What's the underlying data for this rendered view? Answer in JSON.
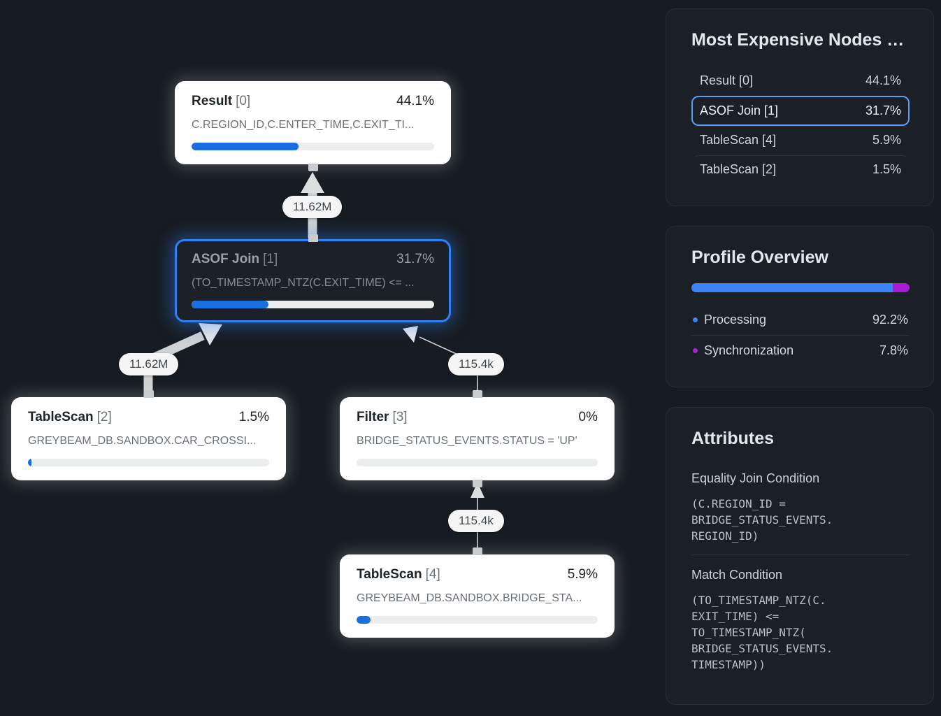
{
  "graph": {
    "nodes": [
      {
        "id": "result-0",
        "title": "Result",
        "index": "[0]",
        "percent": "44.1%",
        "detail": "C.REGION_ID,C.ENTER_TIME,C.EXIT_TI...",
        "bar_percent": 44.1,
        "selected": false
      },
      {
        "id": "asof-join-1",
        "title": "ASOF Join",
        "index": "[1]",
        "percent": "31.7%",
        "detail": "(TO_TIMESTAMP_NTZ(C.EXIT_TIME) <= ...",
        "bar_percent": 31.7,
        "selected": true
      },
      {
        "id": "tablescan-2",
        "title": "TableScan",
        "index": "[2]",
        "percent": "1.5%",
        "detail": "GREYBEAM_DB.SANDBOX.CAR_CROSSI...",
        "bar_percent": 1.5,
        "selected": false
      },
      {
        "id": "filter-3",
        "title": "Filter",
        "index": "[3]",
        "percent": "0%",
        "detail": "BRIDGE_STATUS_EVENTS.STATUS = 'UP'",
        "bar_percent": 0,
        "selected": false
      },
      {
        "id": "tablescan-4",
        "title": "TableScan",
        "index": "[4]",
        "percent": "5.9%",
        "detail": "GREYBEAM_DB.SANDBOX.BRIDGE_STA...",
        "bar_percent": 5.9,
        "selected": false
      }
    ],
    "edge_labels": [
      {
        "id": "edge-asof-to-result",
        "text": "11.62M"
      },
      {
        "id": "edge-tablescan2-to-asof",
        "text": "11.62M"
      },
      {
        "id": "edge-filter-to-asof",
        "text": "115.4k"
      },
      {
        "id": "edge-tablescan4-to-filter",
        "text": "115.4k"
      }
    ]
  },
  "most_expensive": {
    "title": "Most Expensive Nodes (…",
    "rows": [
      {
        "label": "Result [0]",
        "value": "44.1%",
        "active": false
      },
      {
        "label": "ASOF Join [1]",
        "value": "31.7%",
        "active": true
      },
      {
        "label": "TableScan [4]",
        "value": "5.9%",
        "active": false
      },
      {
        "label": "TableScan [2]",
        "value": "1.5%",
        "active": false
      }
    ]
  },
  "profile_overview": {
    "title": "Profile Overview",
    "rows": [
      {
        "label": "Processing",
        "value": "92.2%",
        "color": "#3b82f6",
        "share": 92.2
      },
      {
        "label": "Synchronization",
        "value": "7.8%",
        "color": "#b31ad8",
        "share": 7.8
      }
    ]
  },
  "attributes": {
    "title": "Attributes",
    "items": [
      {
        "key": "Equality Join Condition",
        "value": "(C.REGION_ID =\nBRIDGE_STATUS_EVENTS.\nREGION_ID)"
      },
      {
        "key": "Match Condition",
        "value": "(TO_TIMESTAMP_NTZ(C.\nEXIT_TIME) <=\nTO_TIMESTAMP_NTZ(\nBRIDGE_STATUS_EVENTS.\nTIMESTAMP))"
      }
    ]
  },
  "colors": {
    "background": "#171c22",
    "panel": "#1b2027",
    "accent_blue": "#3b82f6",
    "accent_purple": "#b31ad8",
    "bar_fill": "#1a6fe0",
    "selection_border": "#2f80f5"
  }
}
